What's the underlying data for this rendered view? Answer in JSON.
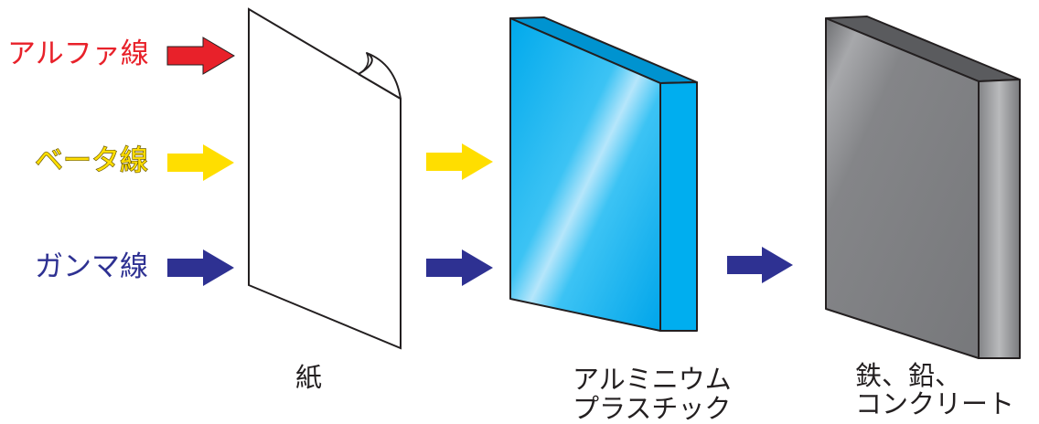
{
  "rays": {
    "alpha": {
      "label": "アルファ線",
      "color": "#e8212a"
    },
    "beta": {
      "label": "ベータ線",
      "color": "#ffde00"
    },
    "gamma": {
      "label": "ガンマ線",
      "color": "#2e3192"
    }
  },
  "materials": {
    "paper": {
      "label": "紙"
    },
    "aluminum": {
      "line1": "アルミニウム",
      "line2": "プラスチック",
      "color": "#00aeef"
    },
    "iron": {
      "line1": "鉄、鉛、",
      "line2": "コンクリート",
      "color": "#7d7e80"
    }
  }
}
